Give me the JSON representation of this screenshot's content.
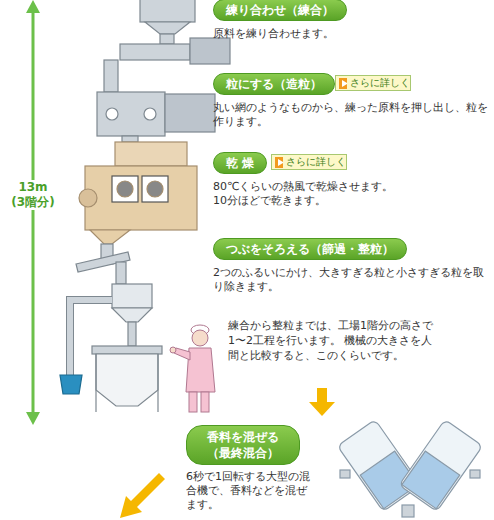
{
  "diagram": {
    "nodes": [
      {
        "text": [
          "練り合わせ（練合）",
          "原料を練り合わせます。"
        ]
      },
      {
        "text": [
          "粒にする（造粒）",
          "丸い網のようなものから、練った原料を押し出し、粒を作ります。"
        ]
      },
      {
        "text": [
          "さらに詳しく"
        ],
        "in": 1
      },
      {
        "text": [
          "乾 燥",
          "80℃くらいの熱風で乾燥させます。 10分ほどで乾きます。"
        ]
      },
      {
        "text": [
          "さらに詳しく"
        ],
        "in": 3
      },
      {
        "text": [
          "つぶをそろえる（篩過・整粒）",
          "2つのふるいにかけ、大きすぎる粒と小さすぎる粒を取り除きます。"
        ]
      },
      {
        "text": [
          "香料を混ぜる （最終混合）",
          "6秒で1回転する大型の混合機で、香料などを混ぜます。"
        ]
      }
    ],
    "labels": [
      "13m (3階分)",
      "練合から整粒までは、工場1階分の高さで1〜2工程を行います。 機械の大きさを人間と比較すると、このくらいです。"
    ]
  }
}
